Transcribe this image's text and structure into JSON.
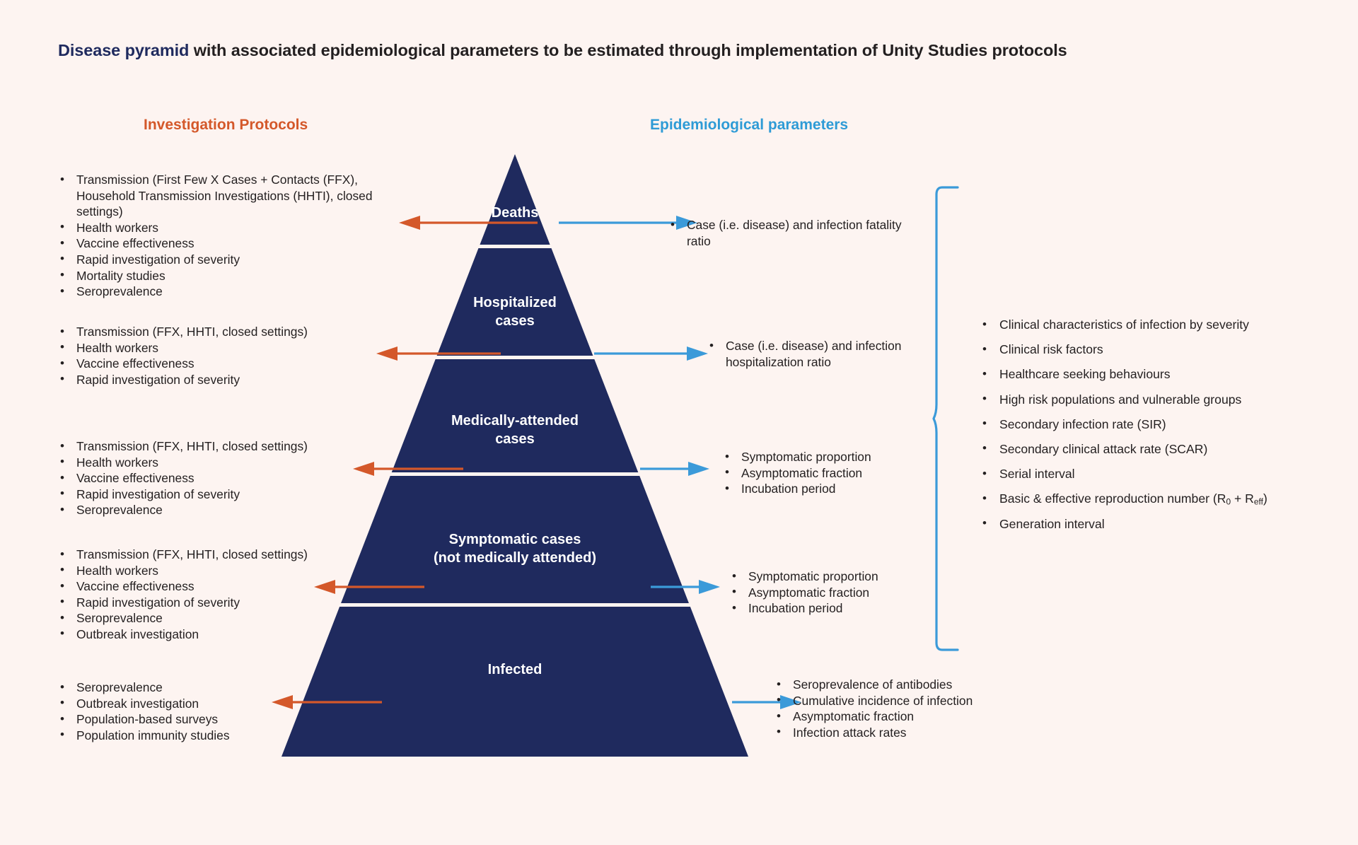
{
  "title": {
    "highlight": "Disease pyramid",
    "rest": " with associated epidemiological parameters to be estimated through implementation of Unity Studies protocols",
    "full": "Disease pyramid with associated epidemiological parameters to be estimated through implementation of Unity Studies protocols"
  },
  "colors": {
    "background": "#fdf4f1",
    "pyramid": "#1f2a5e",
    "left_accent": "#d4582a",
    "right_accent": "#2e9bd6",
    "title_highlight": "#1f2a5e",
    "text": "#231f20"
  },
  "columns": {
    "left_header": "Investigation Protocols",
    "right_header": "Epidemiological parameters"
  },
  "pyramid": {
    "tiers": [
      {
        "id": "deaths",
        "label": "Deaths"
      },
      {
        "id": "hospitalized",
        "label_line1": "Hospitalized",
        "label_line2": "cases"
      },
      {
        "id": "medically-attended",
        "label_line1": "Medically-attended",
        "label_line2": "cases"
      },
      {
        "id": "symptomatic",
        "label_line1": "Symptomatic cases",
        "label_line2": "(not medically attended)"
      },
      {
        "id": "infected",
        "label": "Infected"
      }
    ]
  },
  "investigation_protocols": [
    {
      "tier": "deaths",
      "items": [
        "Transmission (First Few X Cases + Contacts (FFX), Household Transmission Investigations (HHTI), closed settings)",
        "Health workers",
        "Vaccine effectiveness",
        "Rapid investigation of severity",
        "Mortality studies",
        "Seroprevalence"
      ]
    },
    {
      "tier": "hospitalized",
      "items": [
        "Transmission (FFX, HHTI, closed settings)",
        "Health workers",
        "Vaccine effectiveness",
        "Rapid investigation of severity"
      ]
    },
    {
      "tier": "medically-attended",
      "items": [
        "Transmission (FFX, HHTI, closed settings)",
        "Health workers",
        "Vaccine effectiveness",
        "Rapid investigation of severity",
        "Seroprevalence"
      ]
    },
    {
      "tier": "symptomatic",
      "items": [
        "Transmission (FFX, HHTI, closed settings)",
        "Health workers",
        "Vaccine effectiveness",
        "Rapid investigation of severity",
        "Seroprevalence",
        "Outbreak investigation"
      ]
    },
    {
      "tier": "infected",
      "items": [
        "Seroprevalence",
        "Outbreak investigation",
        "Population-based surveys",
        "Population immunity studies"
      ]
    }
  ],
  "epidemiological_parameters": [
    {
      "tier": "deaths",
      "items": [
        "Case (i.e. disease) and infection fatality ratio"
      ]
    },
    {
      "tier": "hospitalized",
      "items": [
        "Case (i.e. disease) and infection hospitalization ratio"
      ]
    },
    {
      "tier": "medically-attended",
      "items": [
        "Symptomatic proportion",
        "Asymptomatic fraction",
        "Incubation period"
      ]
    },
    {
      "tier": "symptomatic",
      "items": [
        "Symptomatic proportion",
        "Asymptomatic fraction",
        "Incubation period"
      ]
    },
    {
      "tier": "infected",
      "items": [
        "Seroprevalence of antibodies",
        "Cumulative incidence of infection",
        "Asymptomatic fraction",
        "Infection attack rates"
      ]
    }
  ],
  "cross_cutting_parameters": [
    "Clinical characteristics of infection by severity",
    "Clinical risk factors",
    "Healthcare seeking behaviours",
    "High risk populations and vulnerable groups",
    "Secondary infection rate (SIR)",
    "Secondary clinical attack rate (SCAR)",
    "Serial interval",
    "Basic & effective reproduction number (R0 + Reff)",
    "Generation interval"
  ],
  "cross_cutting_reproduction_number": {
    "prefix": "Basic & effective reproduction number (R",
    "sub1": "0",
    "middle": " + R",
    "sub2": "eff",
    "suffix": ")"
  }
}
